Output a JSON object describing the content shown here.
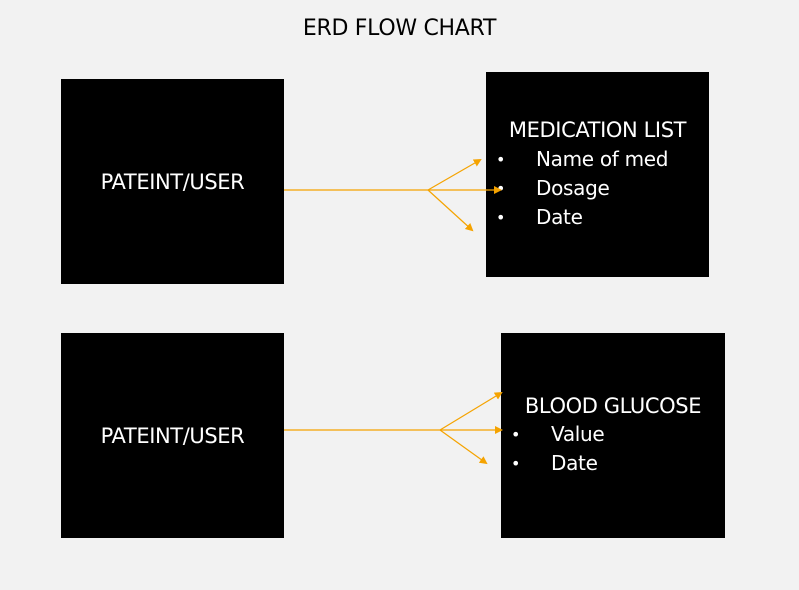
{
  "title": "ERD FLOW CHART",
  "colors": {
    "background": "#f2f2f2",
    "box": "#000000",
    "box_text": "#ffffff",
    "connector": "#f5a300"
  },
  "rows": [
    {
      "source": "PATEINT/USER",
      "entity": {
        "title": "MEDICATION LIST",
        "attributes": [
          "Name of med",
          "Dosage",
          "Date"
        ]
      }
    },
    {
      "source": "PATEINT/USER",
      "entity": {
        "title": "BLOOD GLUCOSE",
        "attributes": [
          "Value",
          "Date"
        ]
      }
    }
  ],
  "bullet_glyph": "•"
}
